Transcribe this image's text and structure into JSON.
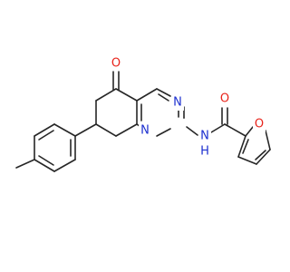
{
  "molecule": {
    "atoms": {
      "o_ketone": "O",
      "n_ring_top": "N",
      "n_ring_bottom": "N",
      "n_amide": "N",
      "h_amide": "H",
      "o_amide": "O",
      "o_furan": "O"
    }
  },
  "colors": {
    "bond": "#262626",
    "oxygen": "#e8231a",
    "nitrogen": "#1c2fcf",
    "hydrogen": "#1c2fcf"
  }
}
